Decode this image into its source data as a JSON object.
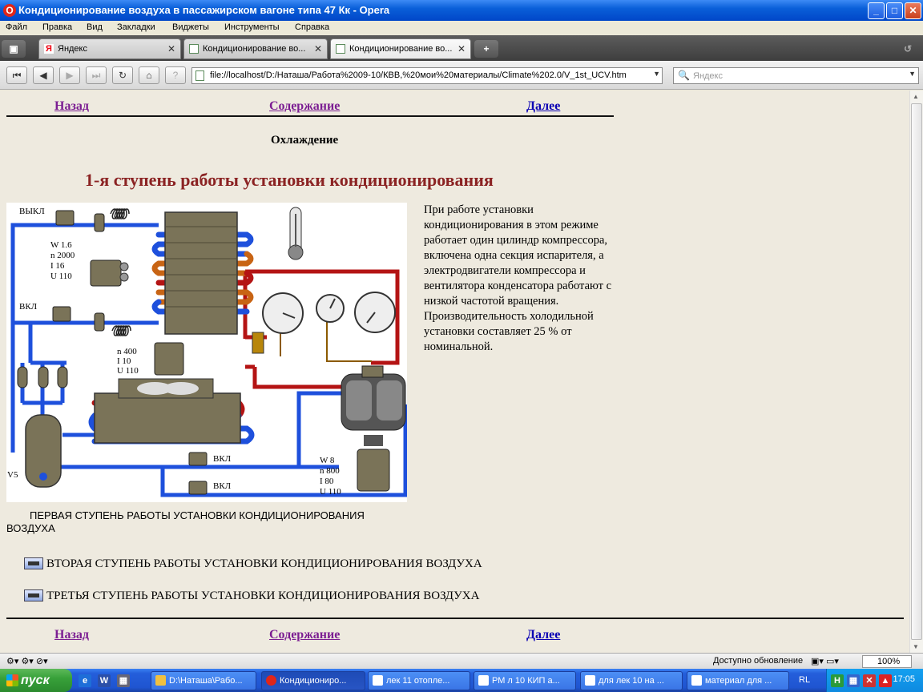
{
  "window": {
    "title": "Кондиционирование воздуха в пассажирском вагоне типа 47 Кк - Opera",
    "app_icon": "O"
  },
  "menu": [
    "Файл",
    "Правка",
    "Вид",
    "Закладки",
    "Виджеты",
    "Инструменты",
    "Справка"
  ],
  "tabs": [
    {
      "label": "Яндекс",
      "icon": "Я"
    },
    {
      "label": "Кондиционирование во...",
      "icon": "page-icon"
    },
    {
      "label": "Кондиционирование во...",
      "icon": "page-icon"
    }
  ],
  "address": {
    "url": "file://localhost/D:/Наташа/Работа%2009-10/КВВ,%20мои%20материалы/Climate%202.0/V_1st_UCV.htm",
    "search_placeholder": "Яндекс"
  },
  "page": {
    "nav": {
      "back": "Назад",
      "contents": "Содержание",
      "next": "Далее"
    },
    "section": "Охлаждение",
    "title": "1-я ступень работы установки кондиционирования",
    "description": "При работе установки кондиционирования в этом режиме работает один цилиндр компрессора, включена одна секция испарителя, а электродвигатели компрессора и вентилятора конденсатора работают с низкой частотой вращения. Производительность холодильной установки составляет 25 % от номинальной.",
    "diagram_labels": {
      "off": "ВЫКЛ",
      "on_left": "ВКЛ",
      "motor1": [
        "W 1.6",
        "n   2000",
        "I     16",
        "U  110"
      ],
      "motor2": [
        "n  400",
        "I    10",
        "U 110"
      ],
      "motor3": [
        "W 8",
        "n   800",
        "I    80",
        "U 110"
      ],
      "v5": "V5",
      "on_bottom1": "ВКЛ",
      "on_bottom2": "ВКЛ"
    },
    "caption": "ПЕРВАЯ СТУПЕНЬ РАБОТЫ УСТАНОВКИ КОНДИЦИОНИРОВАНИЯ ВОЗДУХА",
    "links": [
      "ВТОРАЯ СТУПЕНЬ РАБОТЫ УСТАНОВКИ КОНДИЦИОНИРОВАНИЯ ВОЗДУХА",
      "ТРЕТЬЯ СТУПЕНЬ РАБОТЫ УСТАНОВКИ КОНДИЦИОНИРОВАНИЯ ВОЗДУХА"
    ]
  },
  "status": {
    "text": "Доступно обновление",
    "zoom": "100%"
  },
  "taskbar": {
    "start": "пуск",
    "items": [
      "D:\\Наташа\\Рабо...",
      "Кондициониро...",
      "лек 11 отопле...",
      "РМ  л 10  КИП а...",
      "для лек 10 на ...",
      "материал для ..."
    ],
    "lang": "RL",
    "clock": "17:05"
  },
  "colors": {
    "visited_link": "#7b1d92",
    "link": "#0a00b4",
    "title_red": "#8b2323",
    "hot_pipe": "#b41414",
    "cold_pipe": "#1e50dc"
  }
}
